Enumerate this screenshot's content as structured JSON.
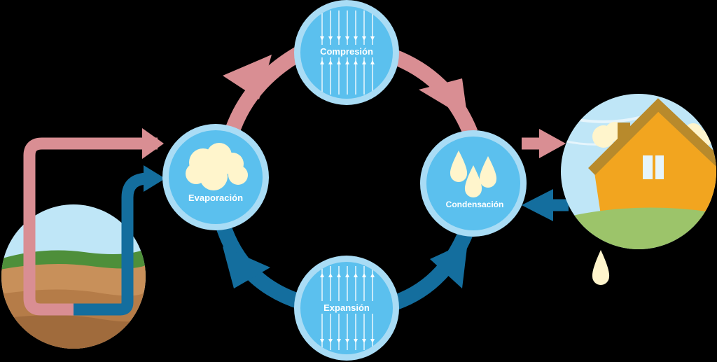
{
  "stages": {
    "compression": "Compresión",
    "condensation": "Condensación",
    "expansion": "Expansión",
    "evaporation": "Evaporación"
  },
  "colors": {
    "background": "#000000",
    "hot_pipe": "#D98E93",
    "cold_pipe": "#146E9E",
    "stage_fill": "#5BC0EE",
    "stage_ring": "#A9DCF5",
    "sky": "#BFE6F7",
    "grass": "#4E8F3A",
    "soil": "#C8905A",
    "house_wall": "#F2A51F",
    "house_roof": "#B88A2C",
    "lawn": "#9CC46A",
    "droplet": "#FFF5CC"
  },
  "icons": {
    "evaporation": "cloud-icon",
    "condensation": "droplets-icon",
    "compression": "inward-arrows-icon",
    "expansion": "outward-arrows-icon",
    "ground": "ground-cross-section-icon",
    "house": "house-icon"
  }
}
